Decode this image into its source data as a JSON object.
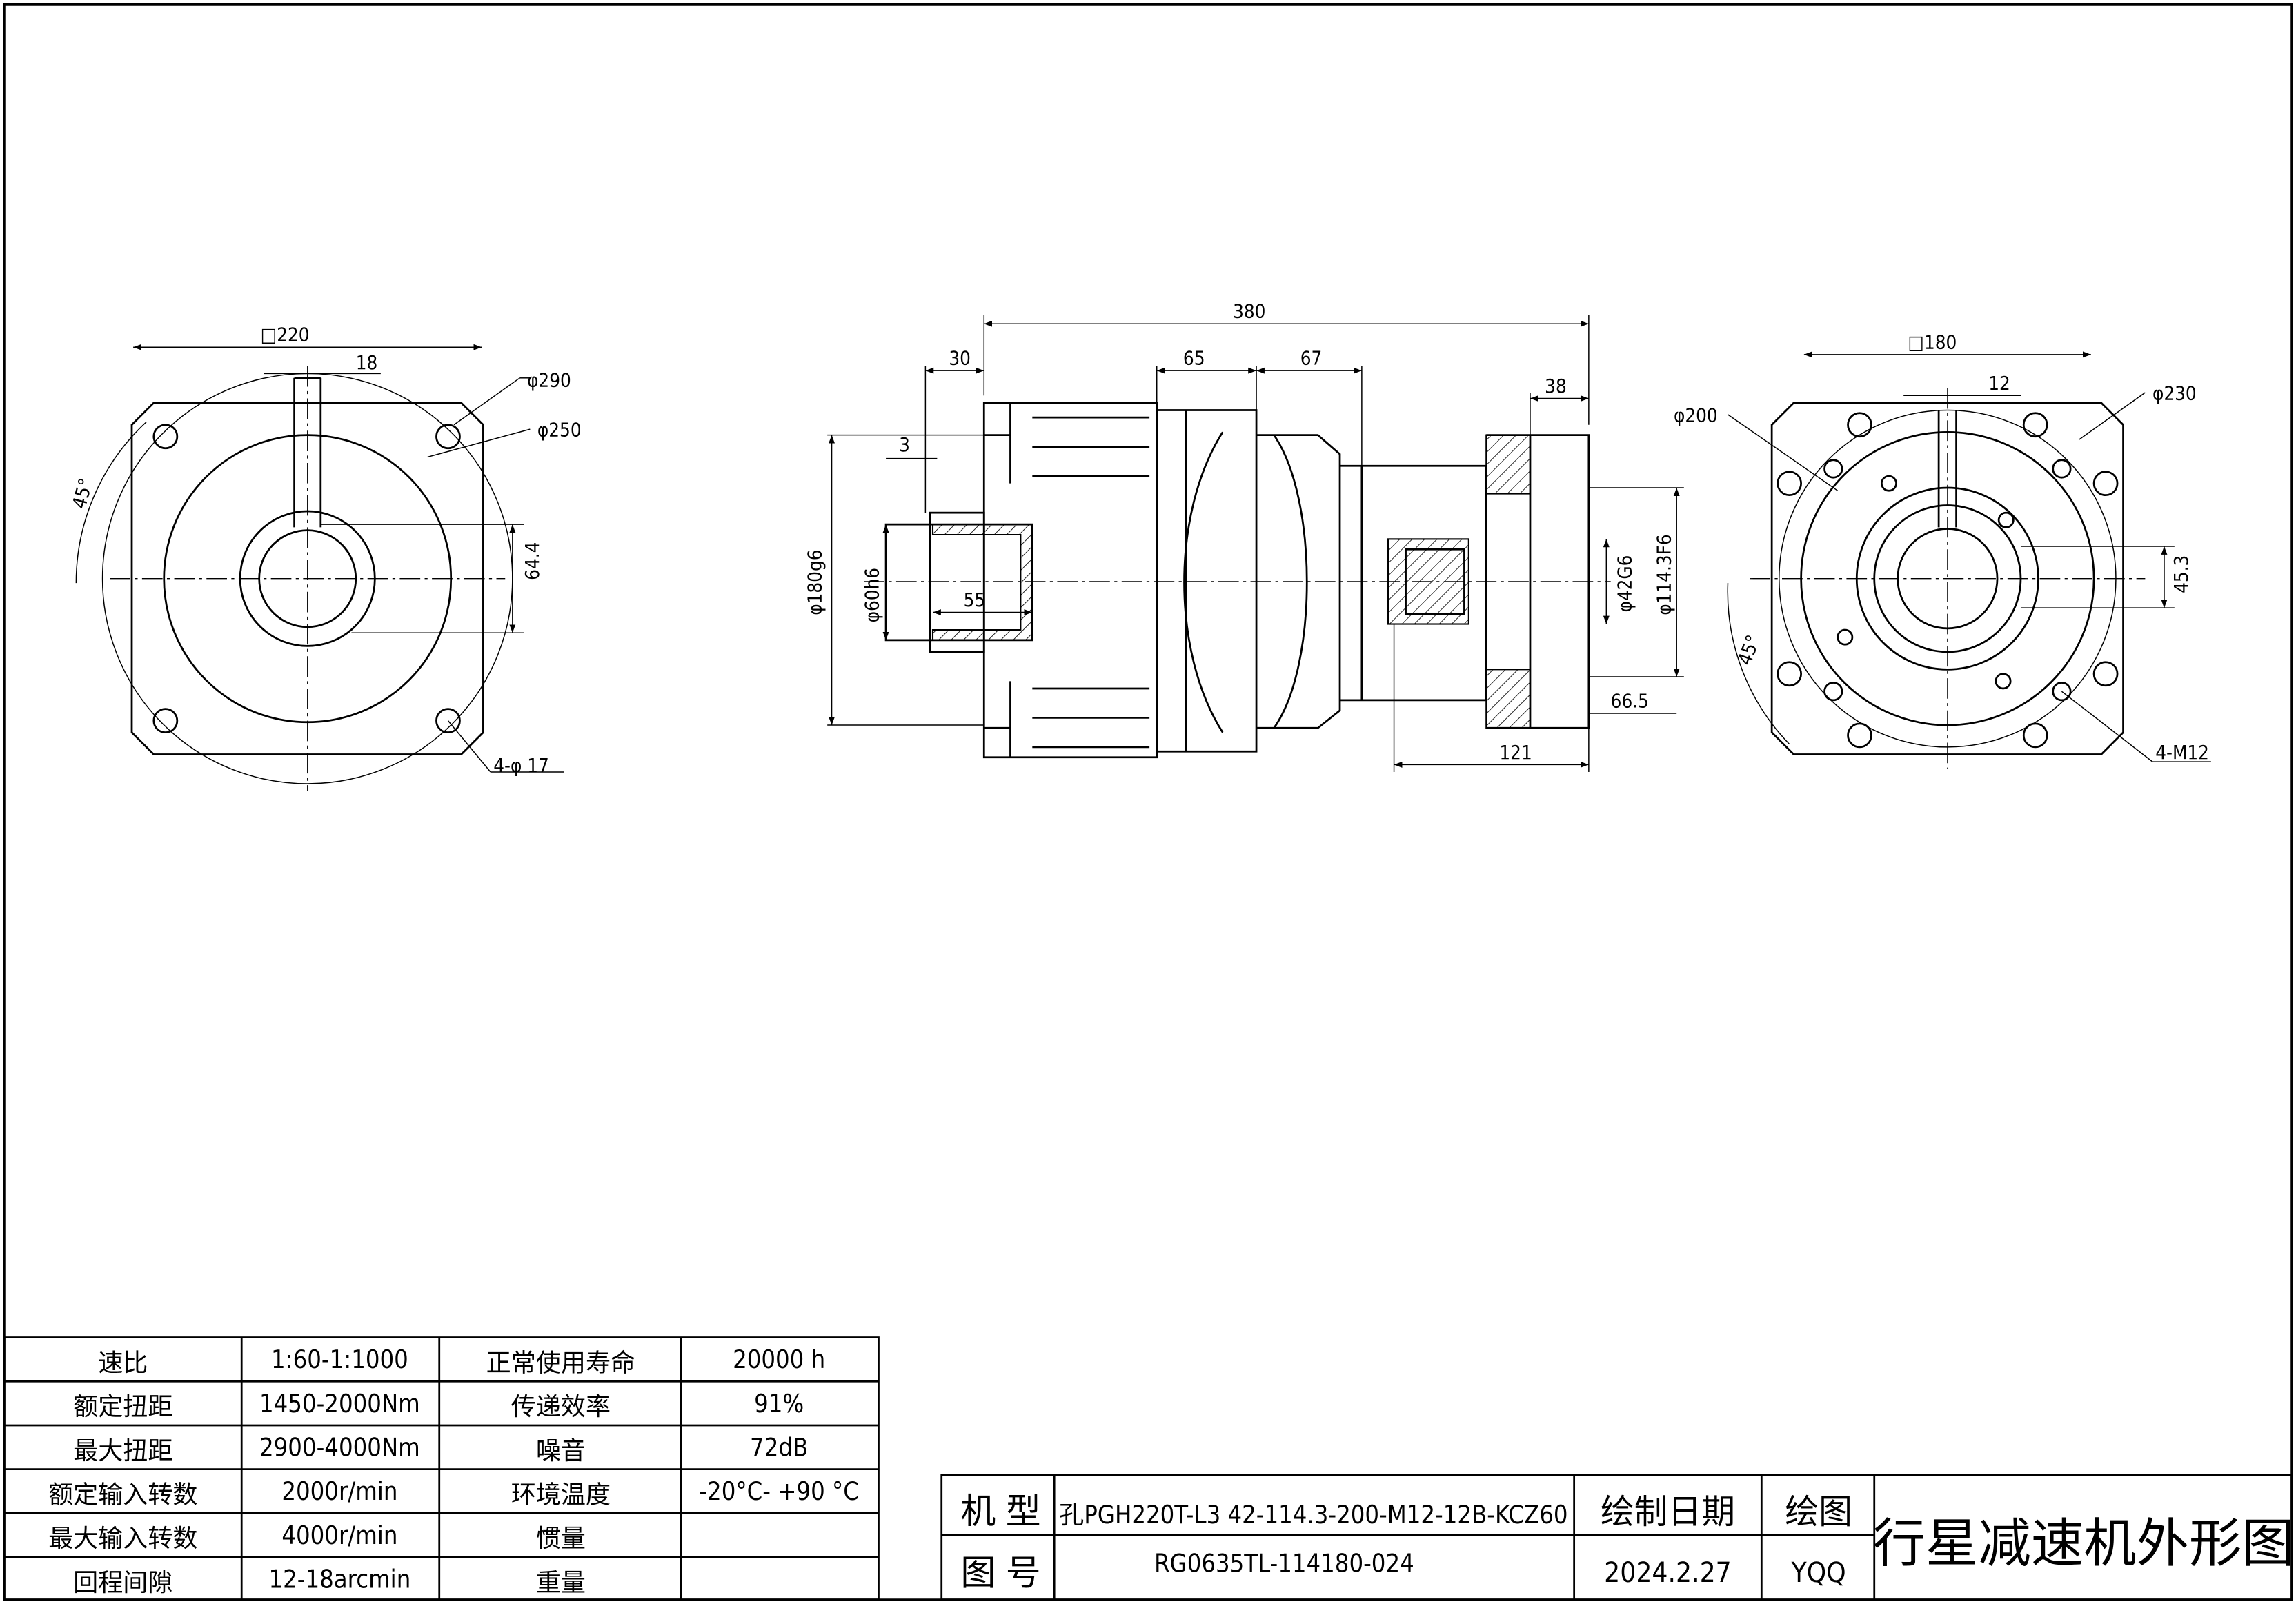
{
  "drawing": {
    "left_view": {
      "square": "□220",
      "key": "18",
      "d1": "φ290",
      "d2": "φ250",
      "height": "64.4",
      "angle": "45°",
      "holes": "4-φ 17"
    },
    "side_view": {
      "overall": "380",
      "d30": "30",
      "d65": "65",
      "d67": "67",
      "d38": "38",
      "d3": "3",
      "flange": "φ180g6",
      "shaft": "φ60h6",
      "shaft_len": "55",
      "bore": "φ42G6",
      "pilot": "φ114.3F6",
      "d66": "66.5",
      "d121": "121"
    },
    "right_view": {
      "square": "□180",
      "key": "12",
      "d200": "φ200",
      "d230": "φ230",
      "h": "45.3",
      "angle": "45°",
      "holes": "4-M12"
    }
  },
  "spec_table": [
    {
      "k1": "速比",
      "v1": "1:60-1:1000",
      "k2": "正常使用寿命",
      "v2": "20000 h"
    },
    {
      "k1": "额定扭距",
      "v1": "1450-2000Nm",
      "k2": "传递效率",
      "v2": "91%"
    },
    {
      "k1": "最大扭距",
      "v1": "2900-4000Nm",
      "k2": "噪音",
      "v2": "72dB"
    },
    {
      "k1": "额定输入转数",
      "v1": "2000r/min",
      "k2": "环境温度",
      "v2": "-20°C- +90 °C"
    },
    {
      "k1": "最大输入转数",
      "v1": "4000r/min",
      "k2": "惯量",
      "v2": ""
    },
    {
      "k1": "回程间隙",
      "v1": "12-18arcmin",
      "k2": "重量",
      "v2": ""
    }
  ],
  "title_block": {
    "model_label": "机 型",
    "model": "孔PGH220T-L3 42-114.3-200-M12-12B-KCZ60",
    "drawing_no_label": "图 号",
    "drawing_no": "RG0635TL-114180-024",
    "date_label": "绘制日期",
    "date": "2024.2.27",
    "drafter_label": "绘图",
    "drafter": "YQQ",
    "title": "行星减速机外形图"
  }
}
